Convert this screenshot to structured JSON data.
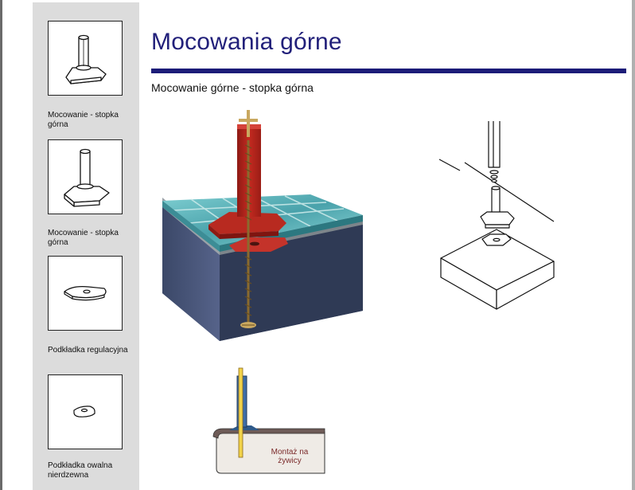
{
  "header": {
    "title": "Mocowania górne",
    "subtitle": "Mocowanie górne - stopka górna"
  },
  "sidebar": {
    "items": [
      {
        "label": "Mocowanie - stopka górna",
        "icon": "top-foot-mount-icon"
      },
      {
        "label": "Mocowanie - stopka górna",
        "icon": "top-foot-mount-square-icon"
      },
      {
        "label": "Podkładka regulacyjna",
        "icon": "adjusting-washer-icon"
      },
      {
        "label": "Podkładka owalna nierdzewna",
        "icon": "oval-washer-icon"
      }
    ]
  },
  "diagram": {
    "resin_label": "Montaż na żywicy"
  },
  "colors": {
    "title": "#22207a",
    "rule": "#1c1c78",
    "sidebar_bg": "#dcdcdc",
    "mount_red": "#b5241c",
    "tile_teal": "#5fb3ba",
    "base_slate": "#3c4a66"
  }
}
